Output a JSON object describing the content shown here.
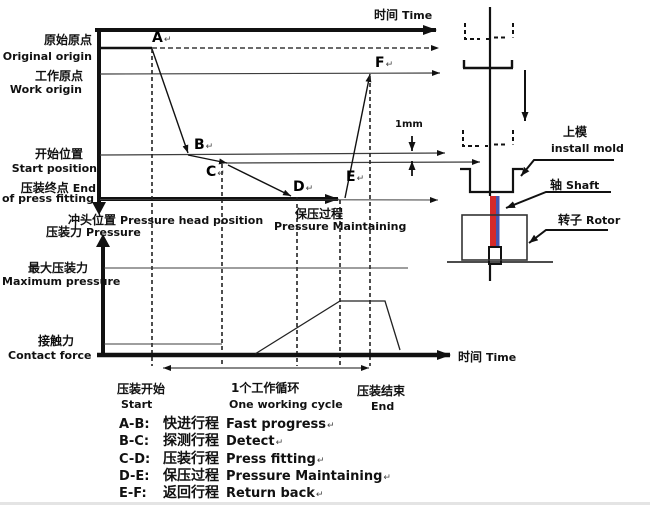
{
  "upper": {
    "time_zh": "时间",
    "time_en": "Time",
    "original_zh": "原始原点",
    "original_en": "Original origin",
    "work_zh": "工作原点",
    "work_en": "Work origin",
    "startpos_zh": "开始位置",
    "startpos_en": "Start position",
    "pressend_zh": "压装终点",
    "pressend_en": "End",
    "pressend_en2": "of press fitting",
    "headpos_zh": "冲头位置",
    "headpos_en": "Pressure head position",
    "maintain_zh": "保压过程",
    "maintain_en": "Pressure Maintaining",
    "dim_1mm": "1mm"
  },
  "lower": {
    "pressure_zh": "压装力",
    "pressure_en": "Pressure",
    "maxp_zh": "最大压装力",
    "maxp_en": "Maximum pressure",
    "contact_zh": "接触力",
    "contact_en": "Contact force",
    "time_zh": "时间",
    "time_en": "Time",
    "start_zh": "压装开始",
    "start_en": "Start",
    "cycle_zh": "1个工作循环",
    "cycle_en": "One working cycle",
    "end_zh": "压装结束",
    "end_en": "End"
  },
  "machine": {
    "mold_zh": "上模",
    "mold_en": "install mold",
    "shaft_zh": "轴",
    "shaft_en": "Shaft",
    "rotor_zh": "转子",
    "rotor_en": "Rotor"
  },
  "points": {
    "a": "A",
    "b": "B",
    "c": "C",
    "d": "D",
    "e": "E",
    "f": "F"
  },
  "marks": {
    "return": "↵"
  },
  "legend": [
    {
      "range": "A-B:",
      "zh": "快进行程",
      "en": "Fast progress"
    },
    {
      "range": "B-C:",
      "zh": "探测行程",
      "en": "Detect"
    },
    {
      "range": "C-D:",
      "zh": "压装行程",
      "en": "Press fitting"
    },
    {
      "range": "D-E:",
      "zh": "保压过程",
      "en": "Pressure Maintaining"
    },
    {
      "range": "E-F:",
      "zh": "返回行程",
      "en": "Return back"
    }
  ],
  "colors": {
    "shaft_red": "#d42a2a",
    "shaft_blue": "#4455b0",
    "ink": "#111111"
  }
}
